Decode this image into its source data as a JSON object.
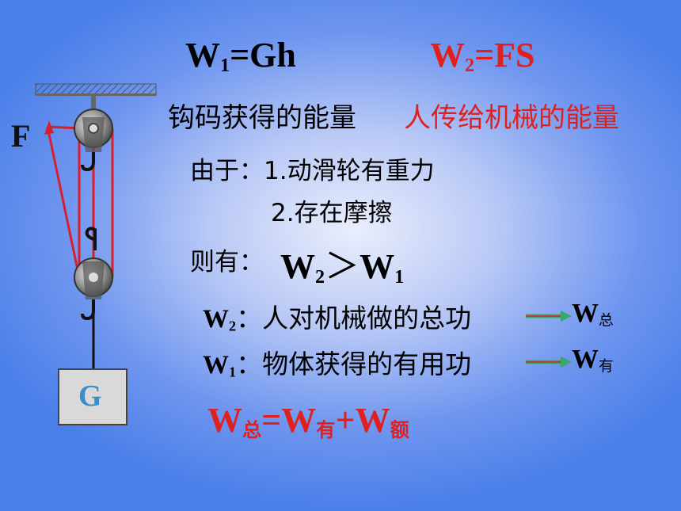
{
  "formulas": {
    "w1_main": "W",
    "w1_sub": "1",
    "w1_rest": "=Gh",
    "w2_main": "W",
    "w2_sub": "2",
    "w2_rest": "=FS"
  },
  "desc": {
    "w1_desc": "钩码获得的能量",
    "w2_desc": "人传给机械的能量"
  },
  "reasons": {
    "prefix": "由于：",
    "item1": "1.动滑轮有重力",
    "item2": "2.存在摩擦"
  },
  "conclusion": {
    "prefix": "则有：",
    "lhs": "W",
    "lhs_sub": "2",
    "op": "＞",
    "rhs": "W",
    "rhs_sub": "1"
  },
  "definitions": [
    {
      "symbol": "W",
      "sub": "2",
      "text": "：人对机械做的总功",
      "target": "W",
      "target_sub": "总"
    },
    {
      "symbol": "W",
      "sub": "1",
      "text": "：物体获得的有用功",
      "target": "W",
      "target_sub": "有"
    }
  ],
  "total_formula": {
    "a": "W",
    "a_sub": "总",
    "eq": "=",
    "b": "W",
    "b_sub": "有",
    "plus": "+",
    "c": "W",
    "c_sub": "额"
  },
  "diagram": {
    "force_label": "F",
    "weight_label": "G"
  },
  "colors": {
    "red": "#e0201e",
    "arrow_green": "#3aa86a",
    "arrow_red": "#d62030"
  }
}
